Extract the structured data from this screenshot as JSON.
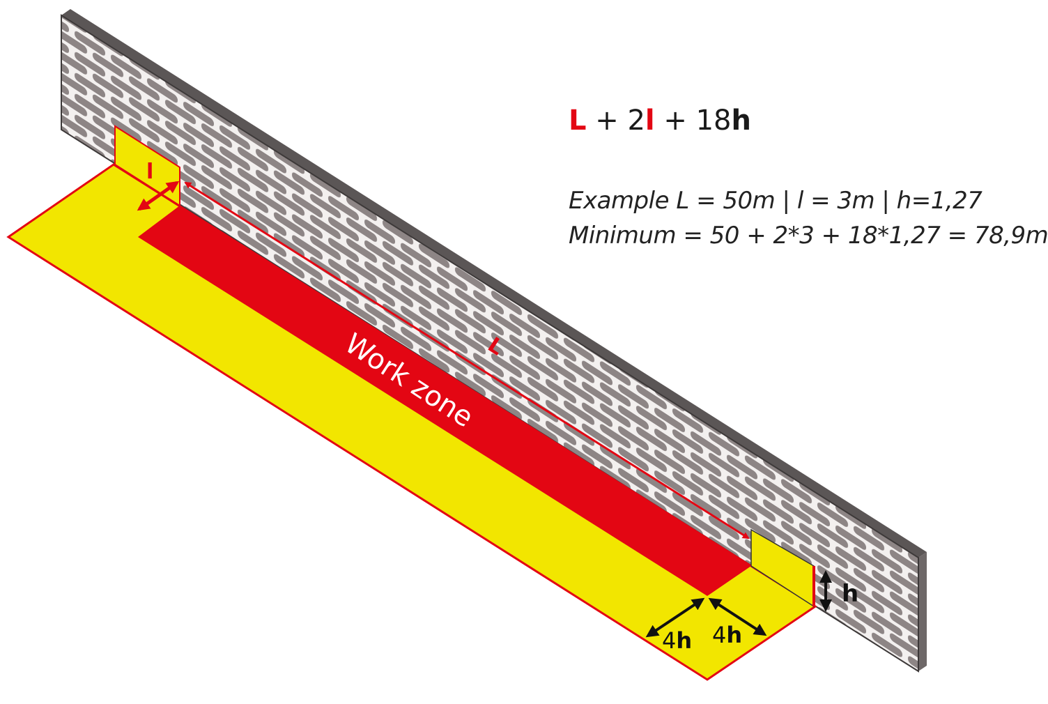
{
  "colors": {
    "wall_face": "#8d8585",
    "wall_mortar": "#f3f0ef",
    "wall_top": "#5b5656",
    "wall_side": "#6e6868",
    "safety_zone": "#f2e600",
    "work_zone": "#e30613",
    "outline_red": "#e30613",
    "arrow_black": "#111111"
  },
  "formula": {
    "part_L": "L",
    "part_plus_2": " + 2",
    "part_l": "l",
    "part_plus_18": " + 18",
    "part_h": "h"
  },
  "example": {
    "line1": "Example L = 50m | l = 3m | h=1,27",
    "line2": "Minimum = 50 + 2*3 + 18*1,27 = 78,9m"
  },
  "labels": {
    "work_zone": "Work zone",
    "length_L": "L",
    "width_l": "l",
    "height_h": "h",
    "offset_left_num": "4",
    "offset_left_h": "h",
    "offset_right_num": "4",
    "offset_right_h": "h"
  }
}
